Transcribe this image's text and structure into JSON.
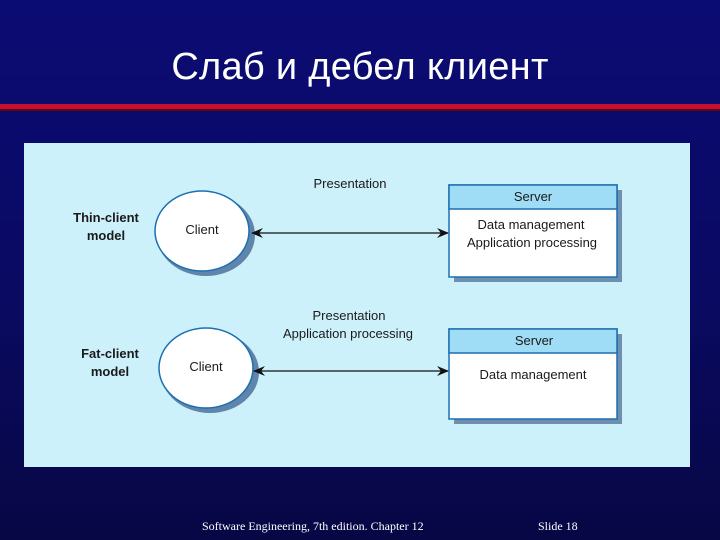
{
  "slide": {
    "title": "Слаб и дебел клиент",
    "footer_text": "Software Engineering, 7th edition. Chapter 12",
    "slide_number": "Slide  18"
  },
  "diagram": {
    "thin": {
      "model_label_line1": "Thin-client",
      "model_label_line2": "model",
      "client_label": "Client",
      "link_label_line1": "Presentation",
      "server_header": "Server",
      "server_line1": "Data management",
      "server_line2": "Application processing"
    },
    "fat": {
      "model_label_line1": "Fat-client",
      "model_label_line2": "model",
      "client_label": "Client",
      "link_label_line1": "Presentation",
      "link_label_line2": "Application processing",
      "server_header": "Server",
      "server_line1": "Data management"
    }
  },
  "colors": {
    "background": "#0b0b74",
    "title_rule": "#c8102e",
    "panel": "#cdf1fb",
    "server_header": "#9fdcf5",
    "box_border": "#1c6fb0",
    "shadow": "#6f8fae"
  }
}
